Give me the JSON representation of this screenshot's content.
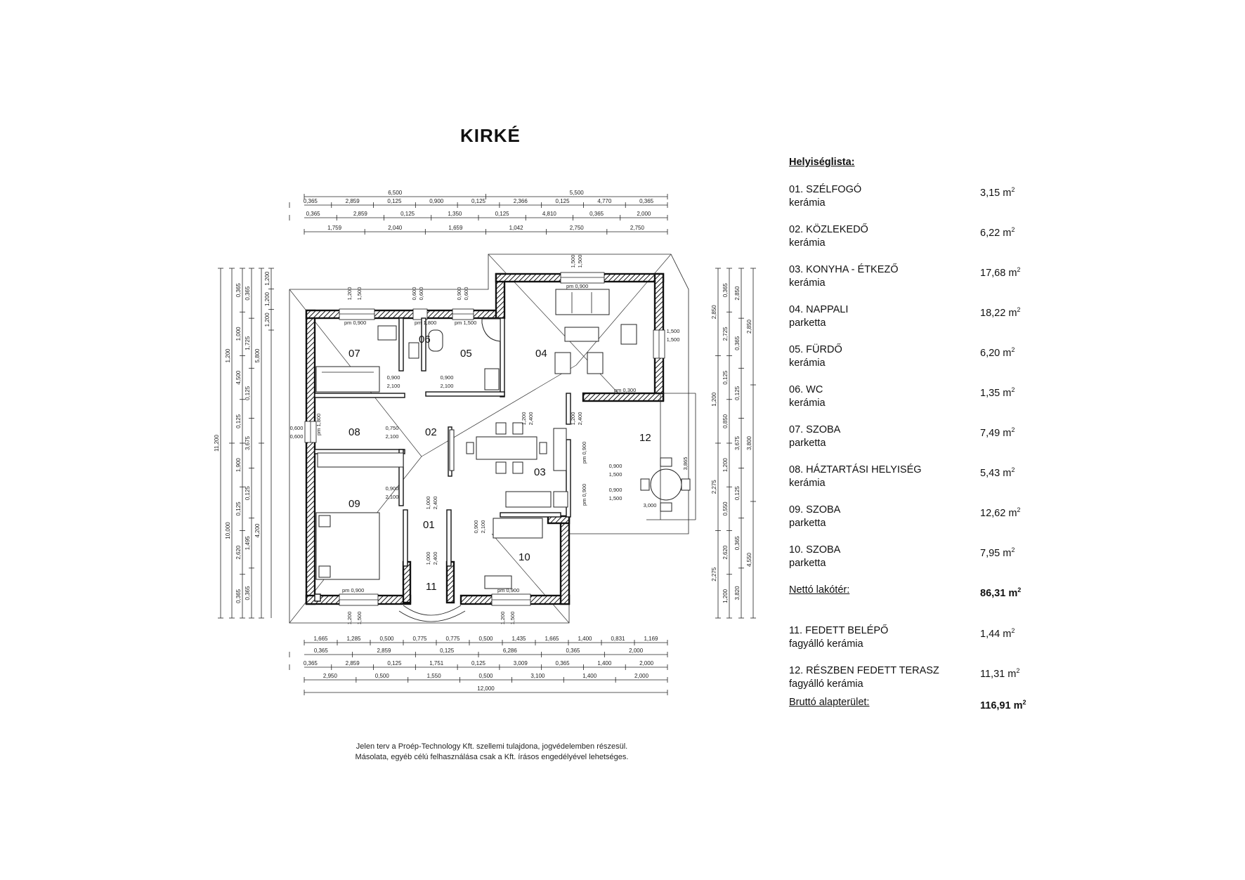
{
  "title": "KIRKÉ",
  "room_list": {
    "header": "Helyiséglista:",
    "rooms": [
      {
        "name": "01. SZÉLFOGÓ",
        "material": "kerámia",
        "area": "3,15 m",
        "unit_sup": "2"
      },
      {
        "name": "02. KÖZLEKEDŐ",
        "material": "kerámia",
        "area": "6,22 m",
        "unit_sup": "2"
      },
      {
        "name": "03. KONYHA - ÉTKEZŐ",
        "material": "kerámia",
        "area": "17,68 m",
        "unit_sup": "2"
      },
      {
        "name": "04. NAPPALI",
        "material": "parketta",
        "area": "18,22 m",
        "unit_sup": "2"
      },
      {
        "name": "05. FÜRDŐ",
        "material": "kerámia",
        "area": "6,20 m",
        "unit_sup": "2"
      },
      {
        "name": "06. WC",
        "material": "kerámia",
        "area": "1,35 m",
        "unit_sup": "2"
      },
      {
        "name": "07. SZOBA",
        "material": "parketta",
        "area": "7,49 m",
        "unit_sup": "2"
      },
      {
        "name": "08. HÁZTARTÁSI HELYISÉG",
        "material": "kerámia",
        "area": "5,43 m",
        "unit_sup": "2"
      },
      {
        "name": "09. SZOBA",
        "material": "parketta",
        "area": "12,62 m",
        "unit_sup": "2"
      },
      {
        "name": "10. SZOBA",
        "material": "parketta",
        "area": "7,95 m",
        "unit_sup": "2"
      }
    ],
    "net_label": "Nettó lakótér:",
    "net_value": "86,31 m",
    "net_sup": "2",
    "extra_rooms": [
      {
        "name": "11. FEDETT BELÉPŐ",
        "material": "fagyálló kerámia",
        "area": "1,44 m",
        "unit_sup": "2"
      },
      {
        "name": "12. RÉSZBEN FEDETT TERASZ",
        "material": "fagyálló kerámia",
        "area": "11,31 m",
        "unit_sup": "2"
      }
    ],
    "gross_label": "Bruttó alapterület:",
    "gross_value": "116,91 m",
    "gross_sup": "2"
  },
  "plan": {
    "room_labels": [
      "07",
      "06",
      "05",
      "04",
      "08",
      "02",
      "12",
      "03",
      "09",
      "01",
      "10",
      "11"
    ],
    "top_dims": {
      "row1": [
        "6,500",
        "5,500"
      ],
      "row2": [
        "0,365",
        "2,859",
        "0,125",
        "0,900",
        "0,125",
        "2,366",
        "0,125",
        "4,770",
        "0,365"
      ],
      "row3": [
        "0,365",
        "2,859",
        "0,125",
        "1,350",
        "0,125",
        "4,810",
        "0,365",
        "2,000"
      ],
      "row4": [
        "1,759",
        "2,040",
        "1,659",
        "1,042",
        "2,750",
        "2,750"
      ]
    },
    "bottom_dims": {
      "row1": [
        "1,665",
        "1,285",
        "0,500",
        "0,775",
        "0,775",
        "0,500",
        "1,435",
        "1,665",
        "1,400",
        "0,831",
        "1,169"
      ],
      "row2": [
        "0,365",
        "2,859",
        "0,125",
        "6,286",
        "0,365",
        "2,000"
      ],
      "row3": [
        "0,365",
        "2,859",
        "0,125",
        "1,751",
        "0,125",
        "3,009",
        "0,365",
        "1,400",
        "2,000"
      ],
      "row4": [
        "2,950",
        "0,500",
        "1,550",
        "0,500",
        "3,100",
        "1,400",
        "2,000"
      ],
      "row5": [
        "12,000"
      ]
    },
    "left_dims": {
      "col1": [
        "11,200"
      ],
      "col2": [
        "1,200",
        "10,000"
      ],
      "col3": [
        "0,365",
        "1,000",
        "4,500",
        "0,125",
        "1,900",
        "0,125",
        "2,620",
        "0,365"
      ],
      "col4": [
        "0,365",
        "1,725",
        "0,125",
        "3,675",
        "0,125",
        "1,495",
        "0,365"
      ],
      "col5": [
        "5,800",
        "4,200"
      ],
      "col6": [
        "1,200",
        "1,200",
        "1,200"
      ]
    },
    "right_dims": {
      "col1": [
        "2,850",
        "1,200",
        "2,275",
        "2,275"
      ],
      "col2": [
        "0,365",
        "2,725",
        "0,125",
        "0,850",
        "1,200",
        "0,550",
        "2,620",
        "1,200"
      ],
      "col3": [
        "2,850",
        "0,365",
        "0,125",
        "3,675",
        "0,125",
        "0,365",
        "3,820"
      ],
      "col4": [
        "2,850",
        "3,800",
        "4,550"
      ]
    },
    "openings": [
      "pm 0,900",
      "pm 1,800",
      "pm 1,500",
      "pm 0,900",
      "pm 0,300",
      "pm 0,900",
      "pm 0,900",
      "pm 1,800",
      "pm 0,900",
      "pm 0,900"
    ],
    "door_dims": [
      "0,900",
      "2,100",
      "0,900",
      "2,100",
      "0,750",
      "2,100",
      "0,900",
      "2,100",
      "1,200",
      "2,400",
      "1,000",
      "2,400",
      "1,000",
      "2,400",
      "0,900",
      "2,100",
      "1,200",
      "2,400",
      "0,900",
      "1,500",
      "0,900",
      "1,500",
      "1,500",
      "1,500"
    ],
    "window_dims_top": [
      "1,200",
      "1,500",
      "0,600",
      "0,600",
      "0,900",
      "0,600",
      "1,500",
      "1,500"
    ],
    "window_dims_bottom": [
      "1,200",
      "1,500",
      "1,200",
      "1,500"
    ],
    "terrace_dims": [
      "3,000",
      "3,865"
    ],
    "left_window": [
      "0,600",
      "0,600"
    ]
  },
  "copyright": {
    "line1": "Jelen terv a Proép-Technology Kft. szellemi tulajdona, jogvédelemben részesül.",
    "line2": "Másolata, egyéb célú felhasználása csak a Kft. írásos engedélyével lehetséges."
  }
}
